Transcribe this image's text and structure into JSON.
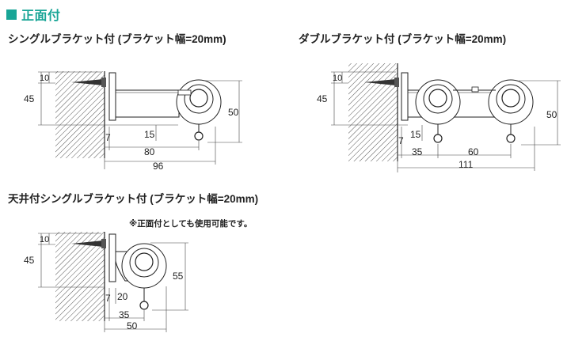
{
  "section": {
    "title": "正面付",
    "accent_color": "#18a596"
  },
  "figures": {
    "single": {
      "title": "シングルブラケット付 (ブラケット幅=20mm)",
      "dims": {
        "d10": "10",
        "d45": "45",
        "d50": "50",
        "d15": "15",
        "d7": "7",
        "d80": "80",
        "d96": "96"
      }
    },
    "double": {
      "title": "ダブルブラケット付 (ブラケット幅=20mm)",
      "dims": {
        "d10": "10",
        "d45": "45",
        "d50": "50",
        "d15": "15",
        "d7": "7",
        "d35": "35",
        "d60": "60",
        "d111": "111"
      }
    },
    "ceiling": {
      "title": "天井付シングルブラケット付 (ブラケット幅=20mm)",
      "note": "※正面付としても使用可能です。",
      "dims": {
        "d10": "10",
        "d45": "45",
        "d55": "55",
        "d7": "7",
        "d20": "20",
        "d35": "35",
        "d50": "50"
      }
    }
  }
}
